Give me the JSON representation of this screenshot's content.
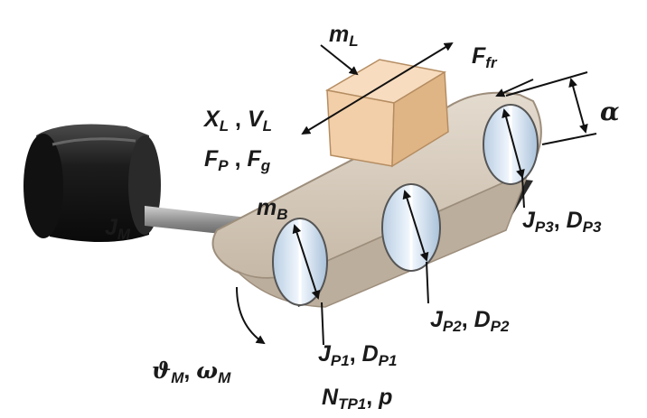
{
  "diagram": {
    "labels": {
      "load_mass": {
        "main": "m",
        "sub": "L"
      },
      "friction_force": {
        "main": "F",
        "sub": "fr"
      },
      "incline_angle": {
        "main": "α"
      },
      "load_pos": {
        "main": "X",
        "sub": "L"
      },
      "load_vel": {
        "main": "V",
        "sub": "L"
      },
      "force_p": {
        "main": "F",
        "sub": "P"
      },
      "force_g": {
        "main": "F",
        "sub": "g"
      },
      "belt_mass": {
        "main": "m",
        "sub": "B"
      },
      "motor_inertia": {
        "main": "J",
        "sub": "M"
      },
      "motor_angle": {
        "main": "ϑ",
        "sub": "M"
      },
      "motor_omega": {
        "main": "ω",
        "sub": "M"
      },
      "pulley1": {
        "j": "J",
        "j_sub": "P1",
        "d": "D",
        "d_sub": "P1"
      },
      "pulley2": {
        "j": "J",
        "j_sub": "P2",
        "d": "D",
        "d_sub": "P2"
      },
      "pulley3": {
        "j": "J",
        "j_sub": "P3",
        "d": "D",
        "d_sub": "P3"
      },
      "teeth": {
        "main": "N",
        "sub": "TP1",
        "second": "p"
      }
    },
    "separator_comma": ",",
    "colors": {
      "belt": "#d6cbbd",
      "belt_shadow": "#a89a8a",
      "motor": "#1c1c1c",
      "shaft": "#9a9a9a",
      "pulley": "#dce9f5",
      "box_front": "#f2cfa8",
      "box_top": "#f7dcbf",
      "box_side": "#e0b585"
    }
  }
}
